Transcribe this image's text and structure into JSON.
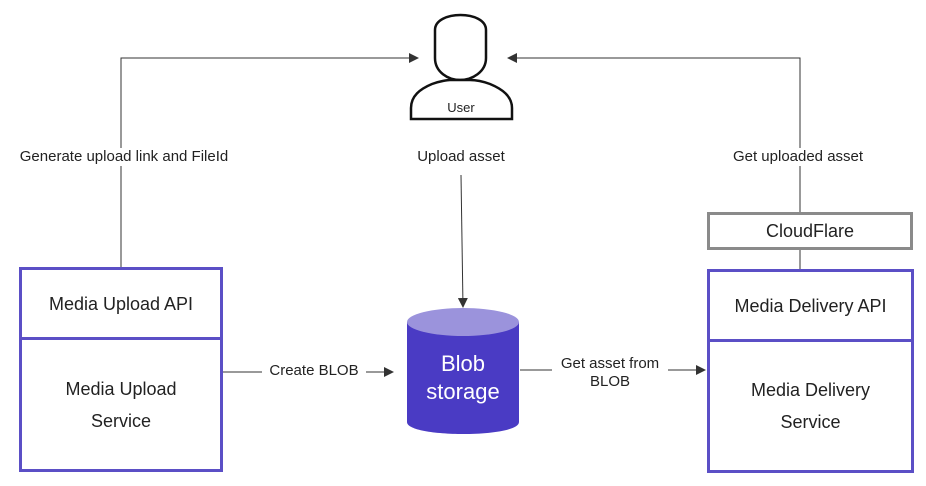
{
  "user": {
    "label": "User"
  },
  "flows": {
    "generate_link": "Generate upload link and FileId",
    "upload_asset": "Upload asset",
    "get_uploaded_asset": "Get uploaded asset",
    "create_blob": "Create BLOB",
    "get_asset_from_blob": "Get asset from BLOB"
  },
  "upload": {
    "api": "Media Upload API",
    "service": "Media Upload Service"
  },
  "blob": {
    "label": "Blob storage"
  },
  "cdn": {
    "label": "CloudFlare"
  },
  "delivery": {
    "api": "Media Delivery API",
    "service": "Media Delivery Service"
  },
  "colors": {
    "box_border": "#5b4fc6",
    "blob_fill": "#4a3bc4",
    "blob_top": "#9b93dc",
    "cdn_border": "#8a8a8a"
  }
}
